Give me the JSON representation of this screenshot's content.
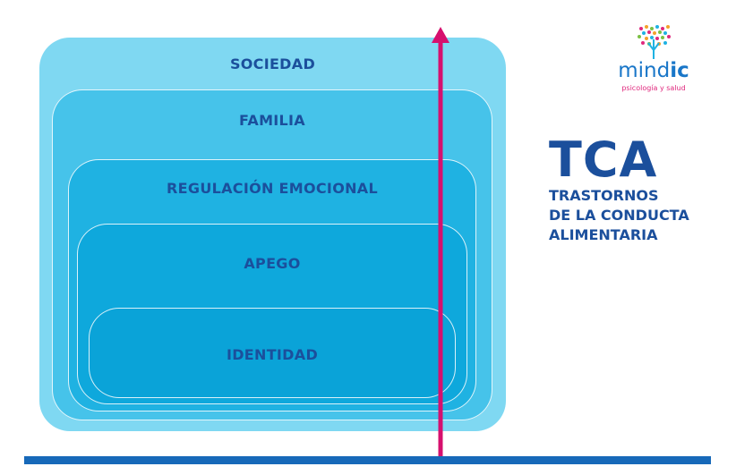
{
  "diagram": {
    "layers": [
      {
        "label": "SOCIEDAD"
      },
      {
        "label": "FAMILIA"
      },
      {
        "label": "REGULACIÓN EMOCIONAL"
      },
      {
        "label": "APEGO"
      },
      {
        "label": "IDENTIDAD"
      }
    ]
  },
  "logo": {
    "word": "mind",
    "accent": "ic",
    "tagline": "psicología y salud"
  },
  "tca": {
    "title": "TCA",
    "lines": [
      "TRASTORNOS",
      "DE LA CONDUCTA",
      "ALIMENTARIA"
    ]
  },
  "colors": {
    "label_text": "#1b4f9c",
    "arrow": "#d6106e",
    "baseline": "#1769b9",
    "layer_fills": [
      "#7fd8f2",
      "#46c3ea",
      "#1fb2e2",
      "#0ea8dc",
      "#0aa3d8"
    ]
  }
}
